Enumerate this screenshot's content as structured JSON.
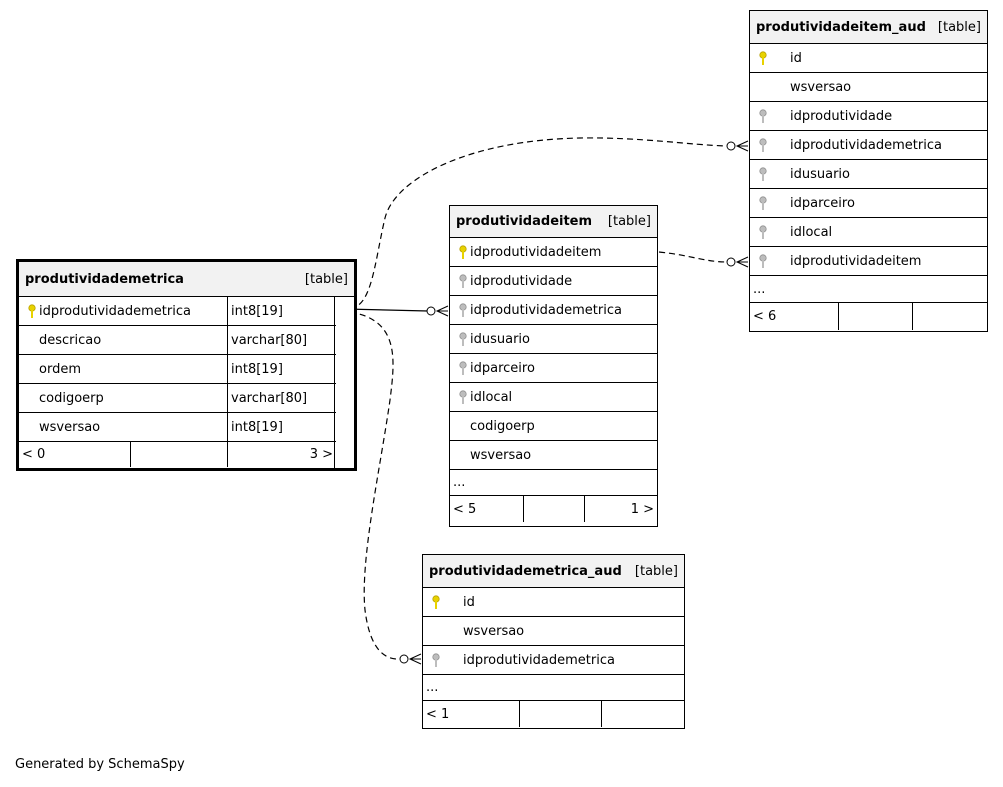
{
  "tables": {
    "produtividademetrica": {
      "name": "produtividademetrica",
      "kind": "[table]",
      "columns": [
        {
          "name": "idprodutividademetrica",
          "type": "int8[19]",
          "key": "pk"
        },
        {
          "name": "descricao",
          "type": "varchar[80]",
          "key": ""
        },
        {
          "name": "ordem",
          "type": "int8[19]",
          "key": ""
        },
        {
          "name": "codigoerp",
          "type": "varchar[80]",
          "key": ""
        },
        {
          "name": "wsversao",
          "type": "int8[19]",
          "key": ""
        }
      ],
      "footer": [
        "< 0",
        "",
        "3 >"
      ]
    },
    "produtividadeitem": {
      "name": "produtividadeitem",
      "kind": "[table]",
      "columns": [
        {
          "name": "idprodutividadeitem",
          "key": "pk"
        },
        {
          "name": "idprodutividade",
          "key": "fk"
        },
        {
          "name": "idprodutividademetrica",
          "key": "fk"
        },
        {
          "name": "idusuario",
          "key": "fk"
        },
        {
          "name": "idparceiro",
          "key": "fk"
        },
        {
          "name": "idlocal",
          "key": "fk"
        },
        {
          "name": "codigoerp",
          "key": ""
        },
        {
          "name": "wsversao",
          "key": ""
        }
      ],
      "ellipsis": "...",
      "footer": [
        "< 5",
        "",
        "1 >"
      ]
    },
    "produtividadeitem_aud": {
      "name": "produtividadeitem_aud",
      "kind": "[table]",
      "columns": [
        {
          "name": "id",
          "key": "pk"
        },
        {
          "name": "wsversao",
          "key": ""
        },
        {
          "name": "idprodutividade",
          "key": "fk"
        },
        {
          "name": "idprodutividademetrica",
          "key": "fk"
        },
        {
          "name": "idusuario",
          "key": "fk"
        },
        {
          "name": "idparceiro",
          "key": "fk"
        },
        {
          "name": "idlocal",
          "key": "fk"
        },
        {
          "name": "idprodutividadeitem",
          "key": "fk"
        }
      ],
      "ellipsis": "...",
      "footer": [
        "< 6",
        "",
        ""
      ]
    },
    "produtividademetrica_aud": {
      "name": "produtividademetrica_aud",
      "kind": "[table]",
      "columns": [
        {
          "name": "id",
          "key": "pk"
        },
        {
          "name": "wsversao",
          "key": ""
        },
        {
          "name": "idprodutividademetrica",
          "key": "fk"
        }
      ],
      "ellipsis": "...",
      "footer": [
        "< 1",
        "",
        ""
      ]
    }
  },
  "footer_text": "Generated by SchemaSpy",
  "colors": {
    "pk_key": "#e8d200",
    "fk_key": "#a0a0a0",
    "header_bg": "#f2f2f2"
  }
}
